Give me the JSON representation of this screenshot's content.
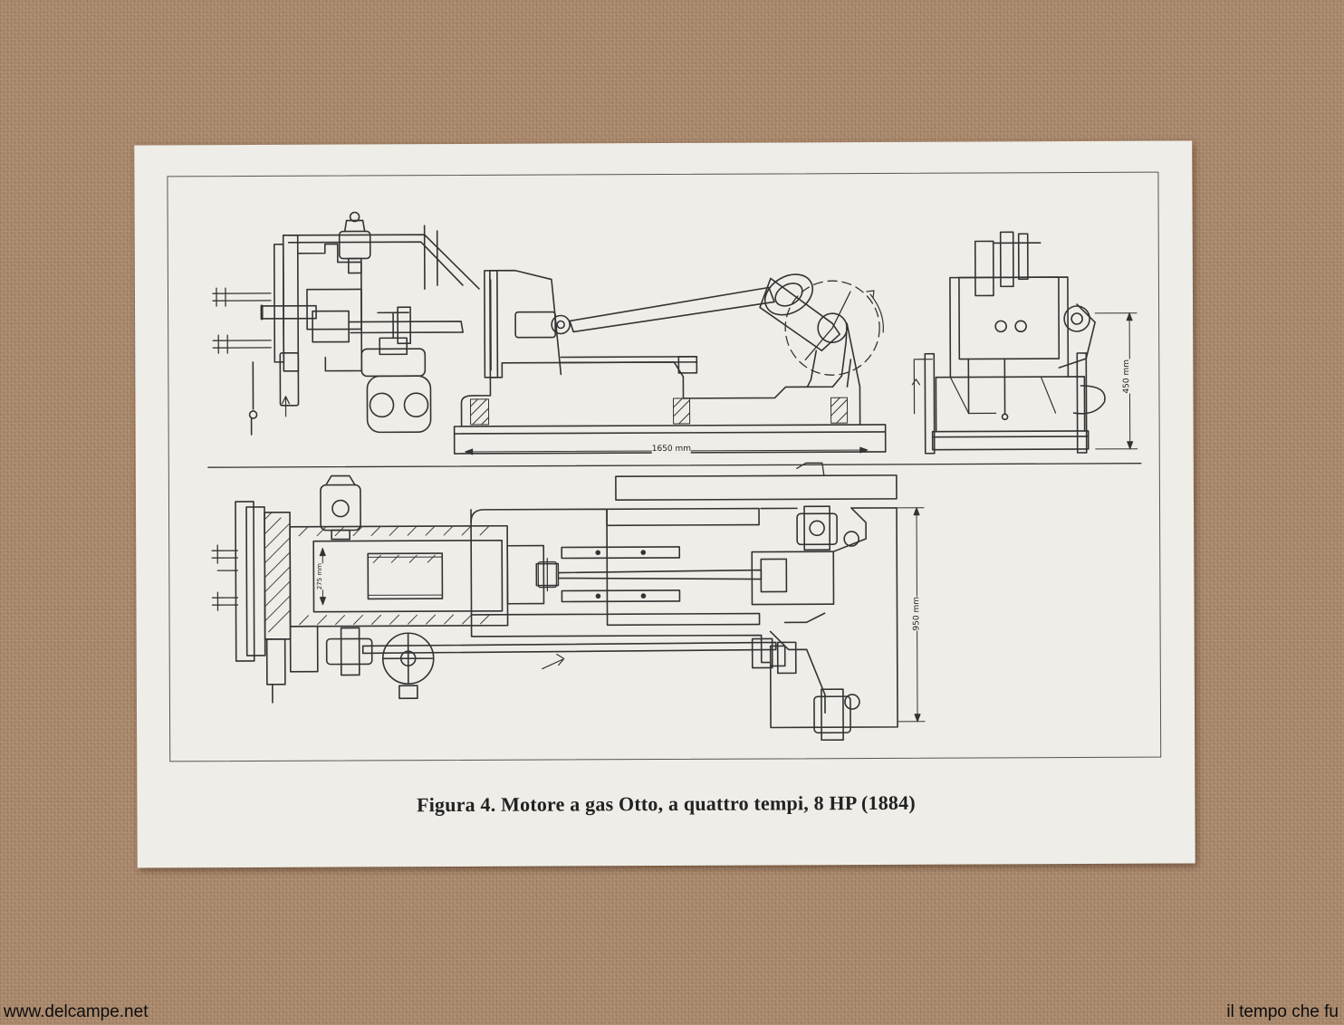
{
  "figure": {
    "caption": "Figura 4. Motore a gas Otto, a quattro tempi, 8 HP (1884)",
    "dimensions": {
      "length": "1650 mm",
      "height": "450 mm",
      "width": "950 mm",
      "bore": "275 mm"
    }
  },
  "watermarks": {
    "left": "www.delcampe.net",
    "right": "il tempo che fu"
  }
}
